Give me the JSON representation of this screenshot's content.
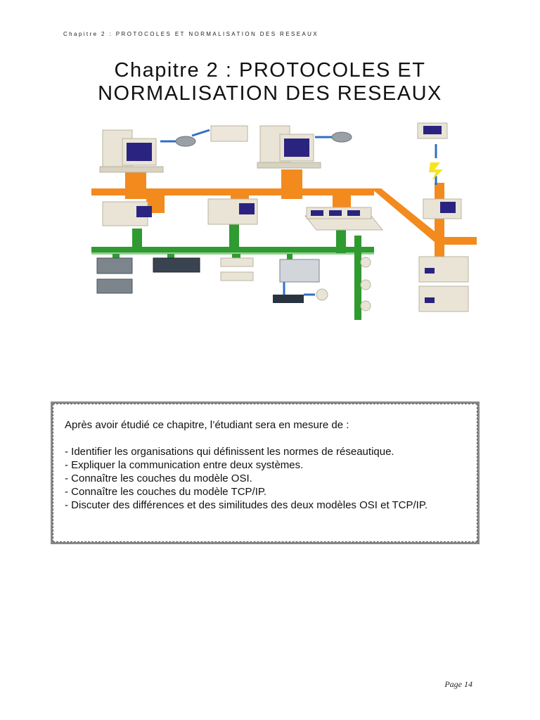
{
  "header": {
    "running_title": "Chapitre 2 : PROTOCOLES ET NORMALISATION DES RESEAUX"
  },
  "title": {
    "line1": "Chapitre 2 : PROTOCOLES ET",
    "line2": "NORMALISATION DES RESEAUX"
  },
  "figure": {
    "colors": {
      "backbone": "#f28a1e",
      "fieldbus": "#2f9a2f",
      "link": "#2f6fc2",
      "device": "#e9e4d6",
      "screen": "#2a2480"
    }
  },
  "objectives": {
    "intro": "Après avoir étudié ce chapitre, l’étudiant sera en mesure de :",
    "items": [
      "- Identifier les organisations qui définissent les normes de réseautique.",
      "- Expliquer la communication entre deux systèmes.",
      "- Connaître les couches du modèle OSI.",
      "- Connaître les couches du modèle TCP/IP.",
      "- Discuter des différences et des similitudes des deux modèles OSI et TCP/IP."
    ]
  },
  "footer": {
    "page_label": "Page 14"
  }
}
